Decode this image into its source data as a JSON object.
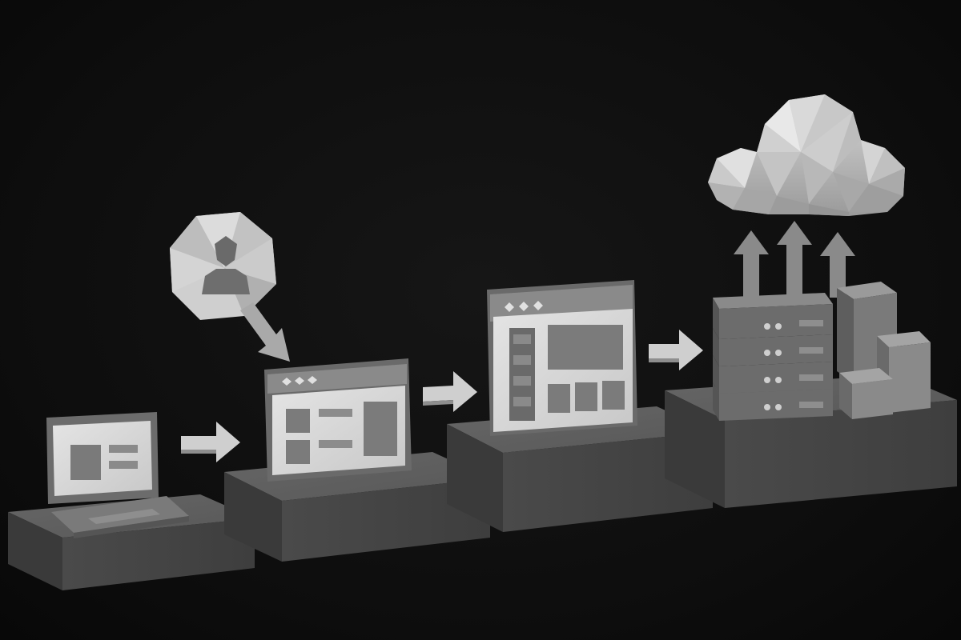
{
  "diagram": {
    "stages": [
      {
        "id": "laptop",
        "icon": "laptop-icon"
      },
      {
        "id": "web-app",
        "icon": "browser-window-icon"
      },
      {
        "id": "dashboard",
        "icon": "dashboard-window-icon"
      },
      {
        "id": "data-center",
        "icon": "server-rack-icon"
      }
    ],
    "connectors": [
      {
        "from": "laptop",
        "to": "web-app"
      },
      {
        "from": "web-app",
        "to": "dashboard"
      },
      {
        "from": "dashboard",
        "to": "data-center"
      },
      {
        "from": "user",
        "to": "web-app"
      },
      {
        "from": "data-center",
        "to": "cloud"
      }
    ],
    "extras": [
      "user-badge-icon",
      "cloud-icon",
      "building-blocks-icon"
    ],
    "colors": {
      "background": "#0e0e0e",
      "platform_top": "#5f5f5f",
      "platform_front": "#454545",
      "panel_light": "#dcdcdc",
      "panel_mid": "#8a8a8a",
      "element_dark": "#6e6e6e"
    }
  }
}
